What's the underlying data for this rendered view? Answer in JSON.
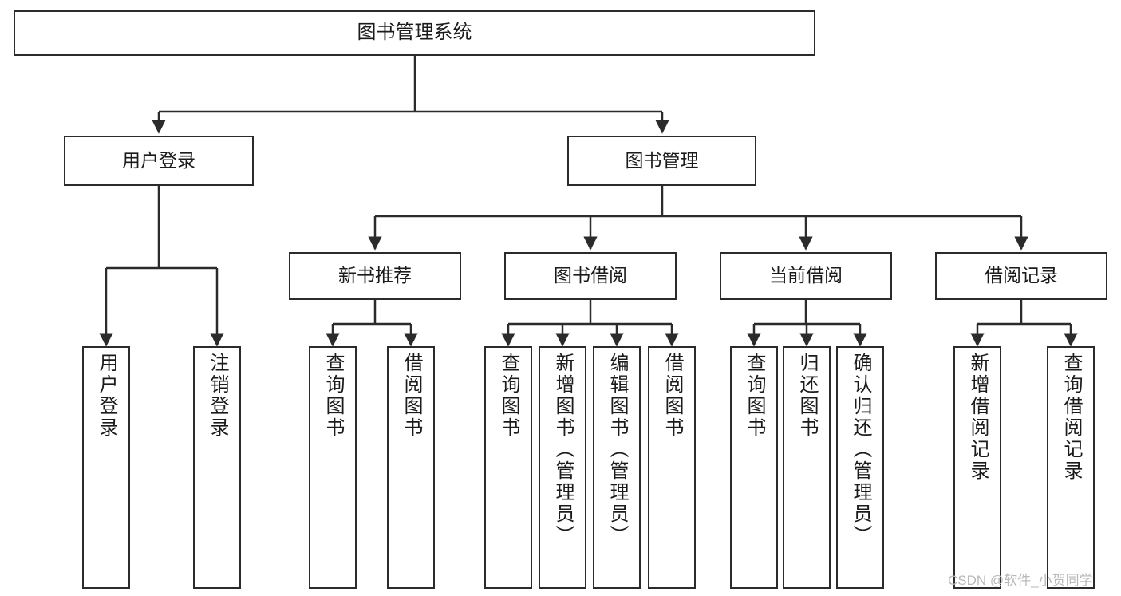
{
  "diagram": {
    "title": "图书管理系统",
    "type": "功能结构图",
    "root": {
      "id": "root",
      "label": "图书管理系统"
    },
    "level1": [
      {
        "id": "user-login",
        "label": "用户登录"
      },
      {
        "id": "book-manage",
        "label": "图书管理"
      }
    ],
    "level2": [
      {
        "id": "new-book-recommend",
        "label": "新书推荐",
        "parent": "book-manage"
      },
      {
        "id": "book-borrow",
        "label": "图书借阅",
        "parent": "book-manage"
      },
      {
        "id": "current-borrow",
        "label": "当前借阅",
        "parent": "book-manage"
      },
      {
        "id": "borrow-record",
        "label": "借阅记录",
        "parent": "book-manage"
      }
    ],
    "leaves": {
      "user_login": [
        {
          "id": "leaf-user-login",
          "label": "用户登录"
        },
        {
          "id": "leaf-user-logout",
          "label": "注销登录"
        }
      ],
      "new_book_recommend": [
        {
          "id": "leaf-query-book-1",
          "label": "查询图书"
        },
        {
          "id": "leaf-borrow-book-1",
          "label": "借阅图书"
        }
      ],
      "book_borrow": [
        {
          "id": "leaf-query-book-2",
          "label": "查询图书"
        },
        {
          "id": "leaf-add-book",
          "label": "新增图书（管理员）"
        },
        {
          "id": "leaf-edit-book",
          "label": "编辑图书（管理员）"
        },
        {
          "id": "leaf-borrow-book-2",
          "label": "借阅图书"
        }
      ],
      "current_borrow": [
        {
          "id": "leaf-query-book-3",
          "label": "查询图书"
        },
        {
          "id": "leaf-return-book",
          "label": "归还图书"
        },
        {
          "id": "leaf-confirm-return",
          "label": "确认归还（管理员）"
        }
      ],
      "borrow_record": [
        {
          "id": "leaf-add-record",
          "label": "新增借阅记录"
        },
        {
          "id": "leaf-query-record",
          "label": "查询借阅记录"
        }
      ]
    }
  },
  "watermark": {
    "text": "CSDN @软件_小贺同学"
  },
  "colors": {
    "border": "#2b2b2b",
    "text": "#1b1b1b",
    "background": "#ffffff",
    "watermark": "#b9b9b9"
  }
}
